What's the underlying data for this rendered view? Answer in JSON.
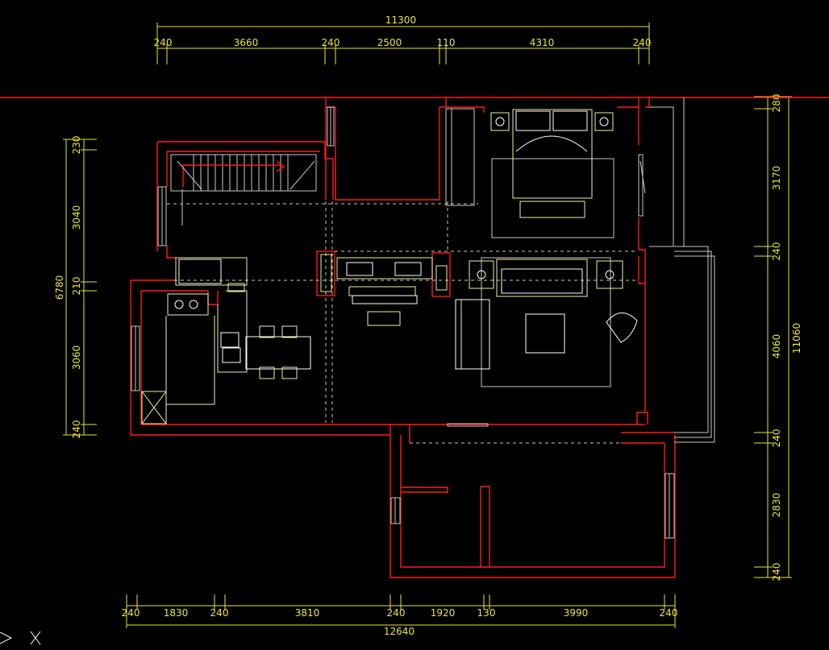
{
  "dimensions": {
    "top_total": "11300",
    "top": [
      "240",
      "3660",
      "240",
      "2500",
      "110",
      "4310",
      "240"
    ],
    "bottom_total": "12640",
    "bottom": [
      "240",
      "1830",
      "240",
      "3810",
      "240",
      "1920",
      "130",
      "3990",
      "240"
    ],
    "left_total": "6780",
    "left": [
      "230",
      "3040",
      "210",
      "3060",
      "240"
    ],
    "right_total": "11060",
    "right": [
      "280",
      "3170",
      "240",
      "4060",
      "240",
      "2830",
      "240"
    ]
  },
  "colors": {
    "background": "#000000",
    "walls": "#ff1a1a",
    "dimensions": "#e6e63a",
    "furniture": "#f0f0a0",
    "lines": "#c8c8c8"
  }
}
